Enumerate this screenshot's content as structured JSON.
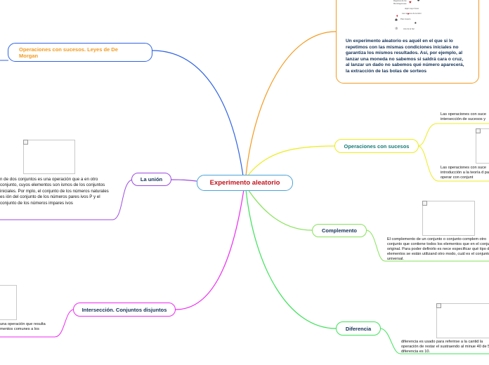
{
  "central": {
    "label": "Experimento aleatorio"
  },
  "colors": {
    "blue": "#2f63e3",
    "orange": "#f39a1e",
    "yellow": "#ecec20",
    "lime": "#86e25a",
    "green": "#3fe25a",
    "magenta": "#ec2bf0",
    "purple": "#9c4be0",
    "red": "#c0141c",
    "navy": "#123055",
    "teal": "#157a78"
  },
  "branches": {
    "operaciones_leyes": {
      "label": "Operaciones con sucesos. Leyes de De Morgan"
    },
    "la_union": {
      "label": "La unión",
      "text": "n de dos conjuntos es una operación que a en otro conjunto, cuyos elementos son ismos de los conjuntos iniciales. Por mplo, el conjunto de los números naturales es ión del conjunto de los números pares ivos P y el conjunto de los números impares ivos"
    },
    "interseccion": {
      "label": "Intersección. Conjuntos disjuntos",
      "text": "una operación que resulta mentos comunes a los"
    },
    "experimento_texto": {
      "text": "Un experimento aleatorio es aquél en el que si lo repetimos con las mismas condiciones iniciales no garantiza los mismos resultados. Así, por ejemplo, al lanzar una moneda no sabemos si saldrá cara o cruz, al lanzar un dado no sabemos qué número aparecerá, la extracción de las bolas de sorteos",
      "diagram_labels": [
        "Regiones de los",
        "Mondragoneses",
        "dejar mayor favor",
        "Las regiones de la dolor",
        "Plan Imperio",
        "Arte de la Sal"
      ]
    },
    "operaciones": {
      "label": "Operaciones con sucesos",
      "text1": "Las operaciones con suce intersección de sucesos y",
      "text2": "Las operaciones con suce introducción a la teoría d para operar con conjunt"
    },
    "complemento": {
      "label": "Complemento",
      "text": "El complemento de un conjunto o conjunto complem otro conjunto que contiene todos los elementos que en el conjunto original. Para poder definirlo es nece especificar qué tipo de elementos se están utilizand otro modo, cuál es el conjunto universal."
    },
    "diferencia": {
      "label": "Diferencia",
      "text": "diferencia es usado para referirse a la cantid la operación de restar el sustraendo al minue 40 de 50 la diferencia es 10."
    }
  }
}
